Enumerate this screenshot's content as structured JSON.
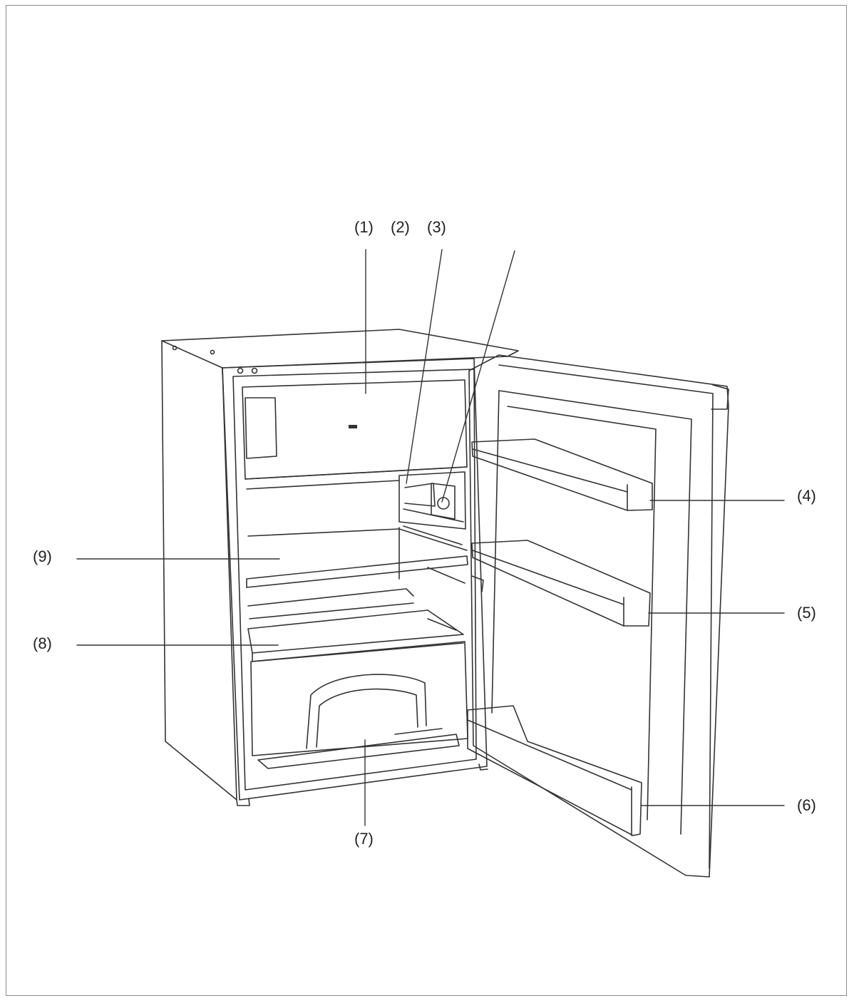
{
  "callouts": {
    "c1": "(1)",
    "c2": "(2)",
    "c3": "(3)",
    "c4": "(4)",
    "c5": "(5)",
    "c6": "(6)",
    "c7": "(7)",
    "c8": "(8)",
    "c9": "(9)"
  },
  "colors": {
    "line": "#333333",
    "frame": "#8a8a8a",
    "background": "#ffffff"
  }
}
